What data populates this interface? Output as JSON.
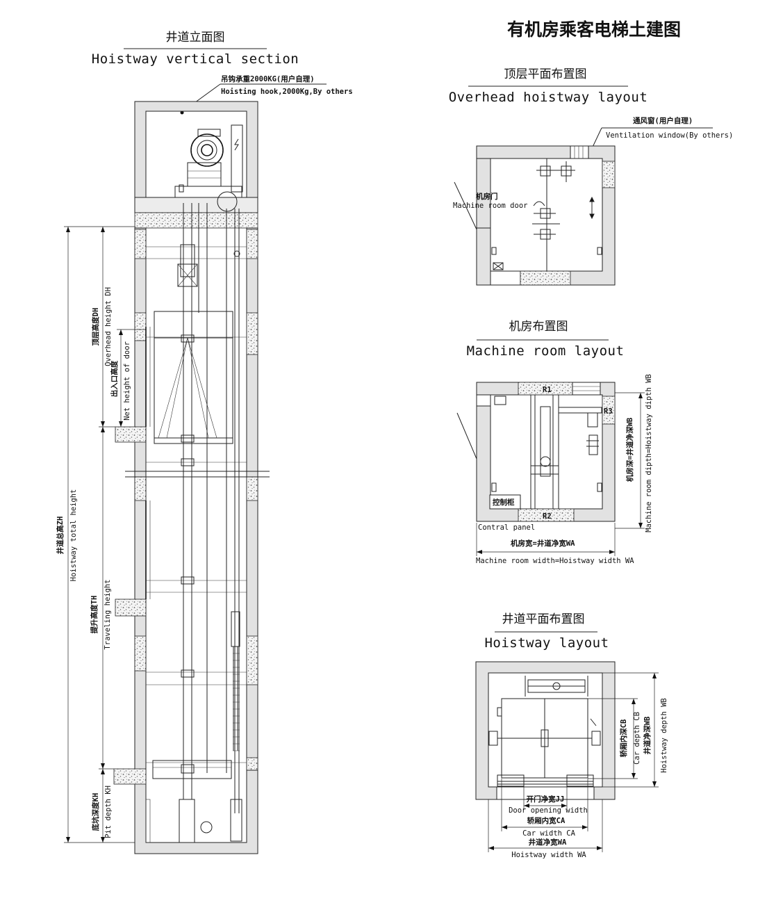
{
  "title": "有机房乘客电梯土建图",
  "sections": {
    "vertical": {
      "cn": "井道立面图",
      "en": "Hoistway vertical section"
    },
    "overhead": {
      "cn": "顶层平面布置图",
      "en": "Overhead hoistway layout"
    },
    "machine": {
      "cn": "机房布置图",
      "en": "Machine room layout"
    },
    "hoistway": {
      "cn": "井道平面布置图",
      "en": "Hoistway layout"
    }
  },
  "vertical_labels": {
    "hook_cn": "吊钩承重2000KG(用户自理)",
    "hook_en": "Hoisting hook,2000Kg,By others",
    "overhead_cn": "顶层高度DH",
    "overhead_en": "Overhead height DH",
    "door_cn": "出入口高度",
    "door_en": "Net height of door",
    "total_cn": "井道总高ZH",
    "total_en": "Hoistway total height",
    "travel_cn": "提升高度TH",
    "travel_en": "Traveling height",
    "pit_cn": "底坑深度KH",
    "pit_en": "Pit depth KH"
  },
  "overhead_labels": {
    "vent_cn": "通风窗(用户自理)",
    "vent_en": "Ventilation window(By others)",
    "door_cn": "机房门",
    "door_en": "Machine room door"
  },
  "machine_labels": {
    "r1": "R1",
    "r2": "R2",
    "r3": "R3",
    "panel_cn": "控制柜",
    "panel_en": "Contral panel",
    "width_cn": "机房宽=井道净宽WA",
    "width_en": "Machine room width=Hoistway width WA",
    "depth_cn": "机房深=井道净深WB",
    "depth_en": "Machine room dipth=Hoistway dipth WB"
  },
  "hoistway_labels": {
    "car_depth_cn": "轿厢内深CB",
    "car_depth_en": "Car depth CB",
    "hw_depth_cn": "井道净深WB",
    "hw_depth_en": "Hoistway depth WB",
    "door_cn": "开门净宽JJ",
    "door_en": "Door opening width",
    "car_width_cn": "轿厢内宽CA",
    "car_width_en": "Car width CA",
    "hw_width_cn": "井道净宽WA",
    "hw_width_en": "Hoistway width WA"
  }
}
